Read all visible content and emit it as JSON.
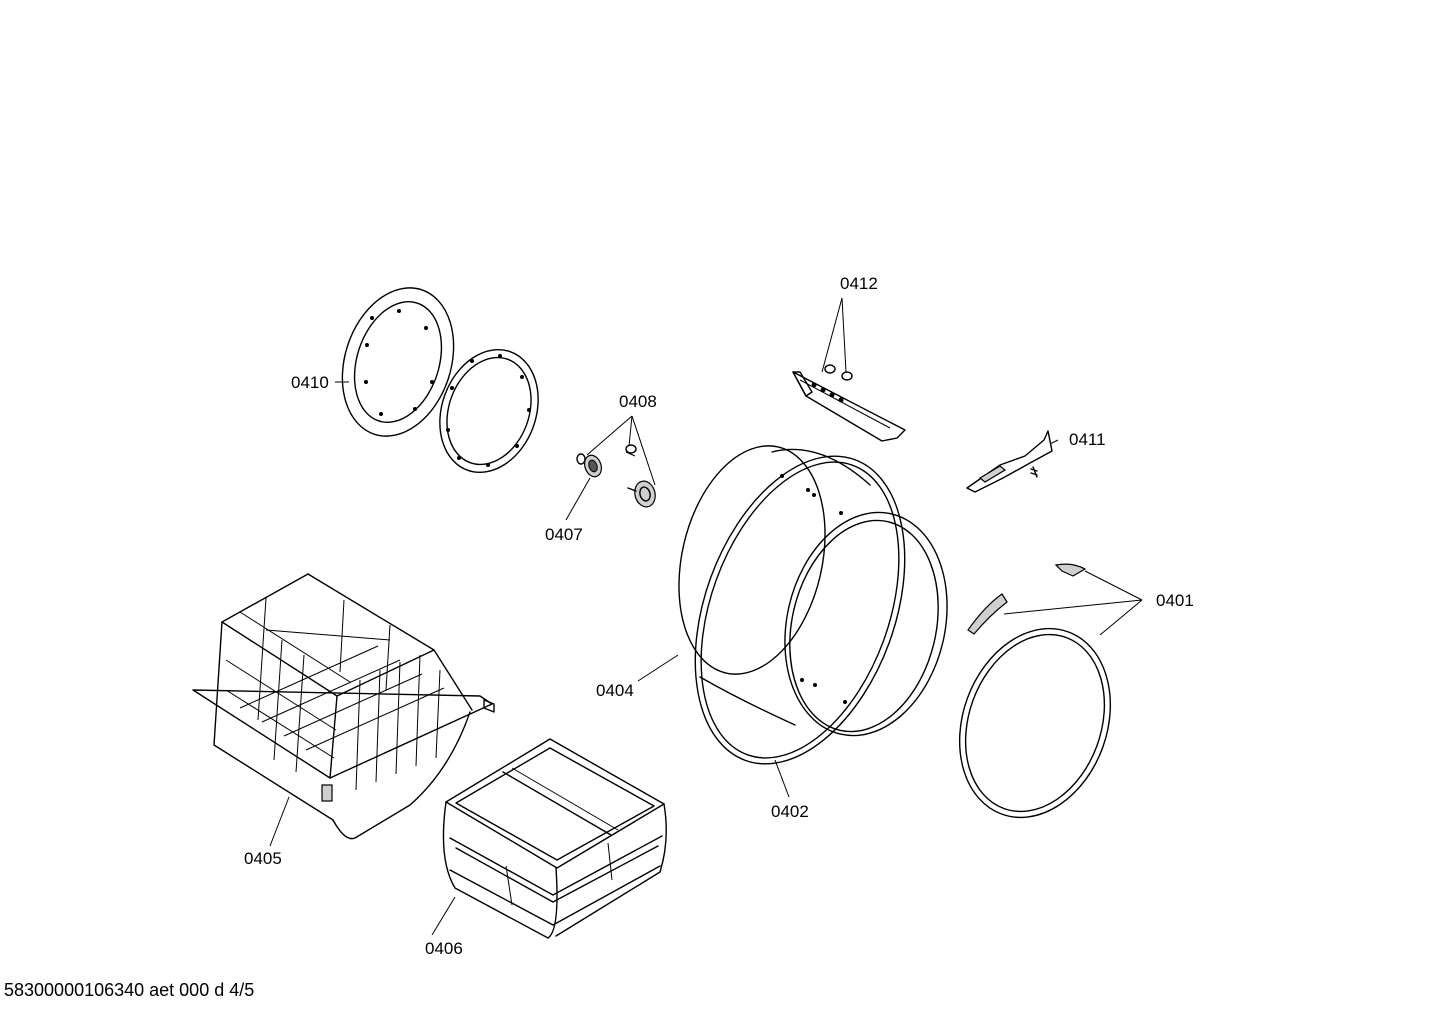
{
  "drawing": {
    "parts": [
      {
        "id": "0401",
        "label": "0401"
      },
      {
        "id": "0402",
        "label": "0402"
      },
      {
        "id": "0404",
        "label": "0404"
      },
      {
        "id": "0405",
        "label": "0405"
      },
      {
        "id": "0406",
        "label": "0406"
      },
      {
        "id": "0407",
        "label": "0407"
      },
      {
        "id": "0408",
        "label": "0408"
      },
      {
        "id": "0410",
        "label": "0410"
      },
      {
        "id": "0411",
        "label": "0411"
      },
      {
        "id": "0412",
        "label": "0412"
      }
    ],
    "footer_code": "58300000106340 aet 000 d 4/5"
  }
}
